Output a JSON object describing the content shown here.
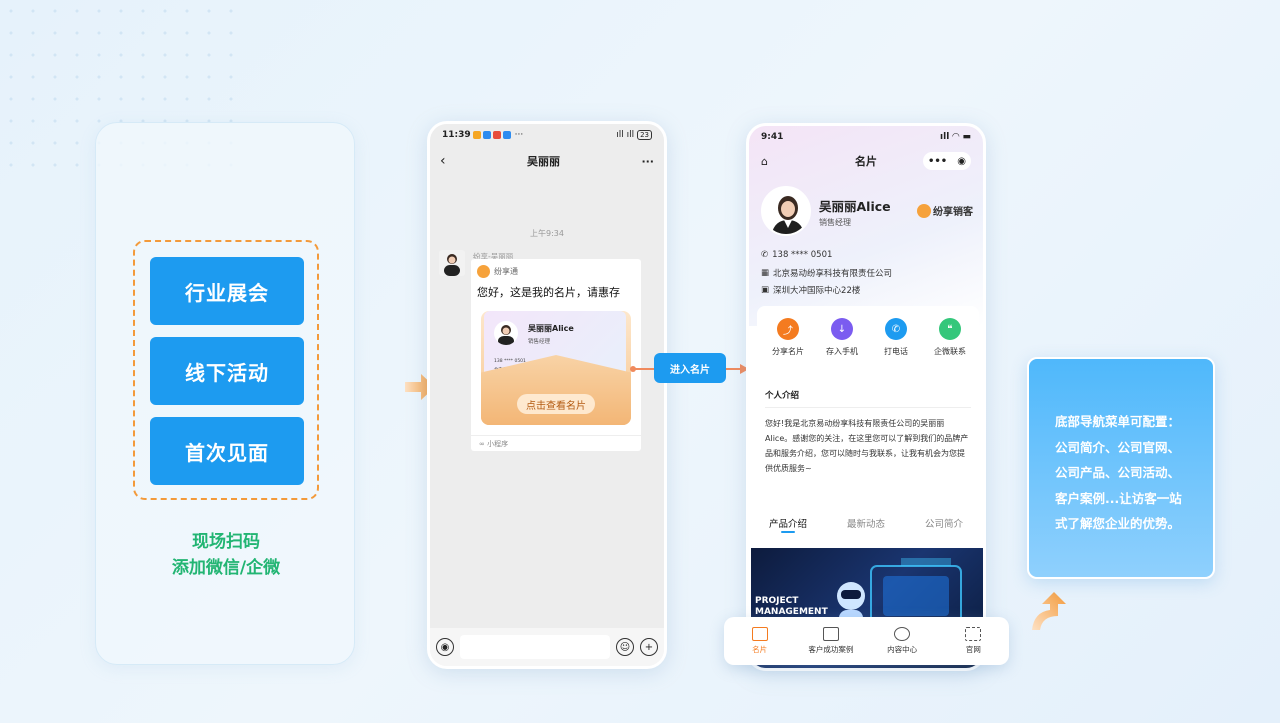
{
  "left": {
    "buttons": [
      "行业展会",
      "线下活动",
      "首次见面"
    ],
    "caption_line1": "现场扫码",
    "caption_line2": "添加微信/企微"
  },
  "phone1": {
    "time": "11:39",
    "chat_title": "吴丽丽",
    "more": "···",
    "timestamp": "上午9:34",
    "sender_name": "纷享-吴丽丽",
    "app_name": "纷享通",
    "message": "您好，这是我的名片，请惠存",
    "card_name": "吴丽丽Alice",
    "card_title": "销售经理",
    "card_phone": "138 **** 0501",
    "card_company": "北京易动纷享科技有限责任公司",
    "card_address": "深圳大冲国际中心22楼",
    "view_card": "点击查看名片",
    "mini_program": "小程序",
    "battery": "23"
  },
  "connector": {
    "label": "进入名片"
  },
  "phone2": {
    "time": "9:41",
    "header_title": "名片",
    "name": "吴丽丽Alice",
    "title": "销售经理",
    "brand": "纷享销客",
    "phone": "138 **** 0501",
    "company": "北京易动纷享科技有限责任公司",
    "address": "深圳大冲国际中心22楼",
    "actions": [
      "分享名片",
      "存入手机",
      "打电话",
      "企微联系"
    ],
    "action_colors": [
      "#f47b20",
      "#7b5cf0",
      "#1d9bf0",
      "#34c77b"
    ],
    "intro_title": "个人介绍",
    "intro_text": "您好!我是北京易动纷享科技有限责任公司的吴丽丽Alice。感谢您的关注，在这里您可以了解到我们的品牌产品和服务介绍，您可以随时与我联系，让我有机会为您提供优质服务~",
    "tabs": [
      "产品介绍",
      "最新动态",
      "公司简介"
    ],
    "banner_line1": "PROJECT",
    "banner_line2": "MANAGEMENT"
  },
  "bottom_nav": [
    "名片",
    "客户成功案例",
    "内容中心",
    "官网"
  ],
  "right_card": {
    "lines": [
      "底部导航菜单可配置：",
      "公司简介、公司官网、",
      "公司产品、公司活动、",
      "客户案例...让访客一站",
      "式了解您企业的优势。"
    ]
  }
}
